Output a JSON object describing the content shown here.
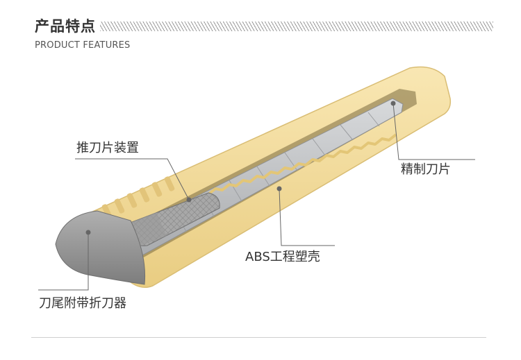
{
  "header": {
    "title_cn": "产品特点",
    "title_en": "PRODUCT  FEATURES"
  },
  "callouts": {
    "slider": "推刀片装置",
    "blade": "精制刀片",
    "shell": "ABS工程塑壳",
    "tail": "刀尾附带折刀器"
  },
  "colors": {
    "body_yellow": "#f4dc9e",
    "grip_gray": "#9a9a9a",
    "blade_silver": "#c2c4c6",
    "callout_line": "#666666"
  }
}
